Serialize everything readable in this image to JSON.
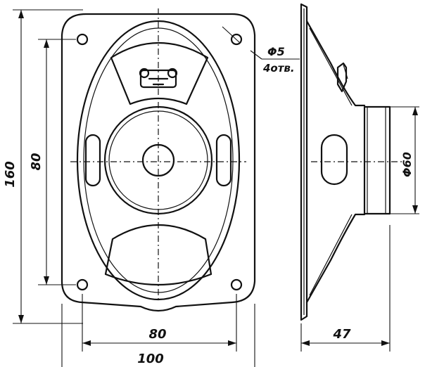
{
  "dimensions": {
    "overall_height": "160",
    "hole_spacing_vertical": "80",
    "hole_spacing_horizontal": "80",
    "overall_width": "100",
    "depth": "47",
    "magnet_diameter": "Φ60",
    "hole_diameter": "Φ5",
    "hole_count": "4отв."
  }
}
